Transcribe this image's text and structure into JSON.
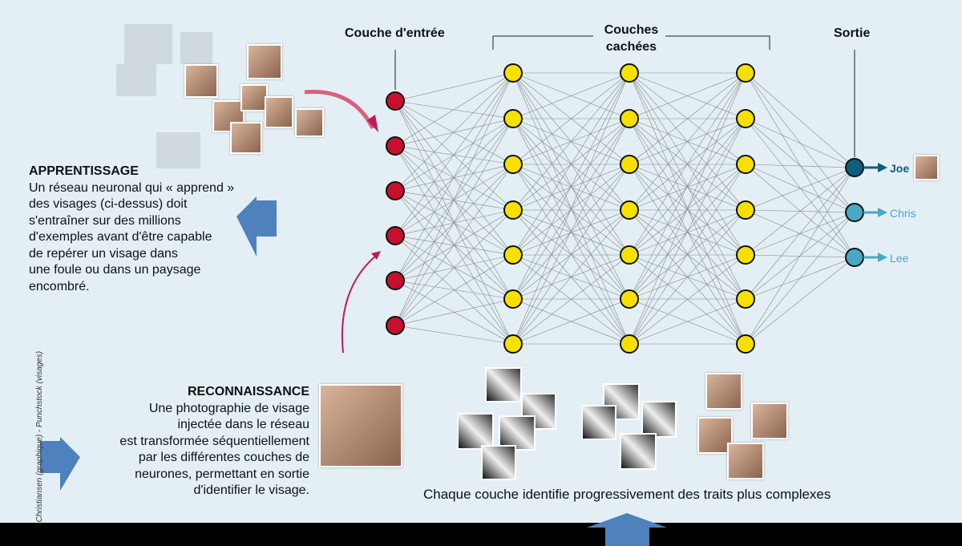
{
  "labels": {
    "input": "Couche d'entrée",
    "hidden_line1": "Couches",
    "hidden_line2": "cachées",
    "output": "Sortie"
  },
  "outputs": [
    "Joe",
    "Chris",
    "Lee"
  ],
  "apprentissage": {
    "title": "APPRENTISSAGE",
    "lines": [
      "Un réseau neuronal qui « apprend »",
      "des visages (ci-dessus) doit",
      "s'entraîner sur des millions",
      "d'exemples avant d'être capable",
      "de repérer un visage dans",
      "une foule ou dans un paysage",
      "encombré."
    ]
  },
  "reconnaissance": {
    "title": "RECONNAISSANCE",
    "lines": [
      "Une photographie de visage",
      "injectée dans le réseau",
      "est transformée séquentiellement",
      "par les différentes couches de",
      "neurones, permettant en sortie",
      "d'identifier le visage."
    ]
  },
  "caption": "Chaque couche identifie progressivement des traits plus complexes",
  "credit": "Jen Christiansen (graphique) - Punchstock (visages)",
  "colors": {
    "input": "#c8102e",
    "hidden": "#f5e000",
    "output_active": "#0f5d7c",
    "output": "#4aa8c4",
    "arrow": "#4f81bd",
    "curve": "#c2185b"
  }
}
